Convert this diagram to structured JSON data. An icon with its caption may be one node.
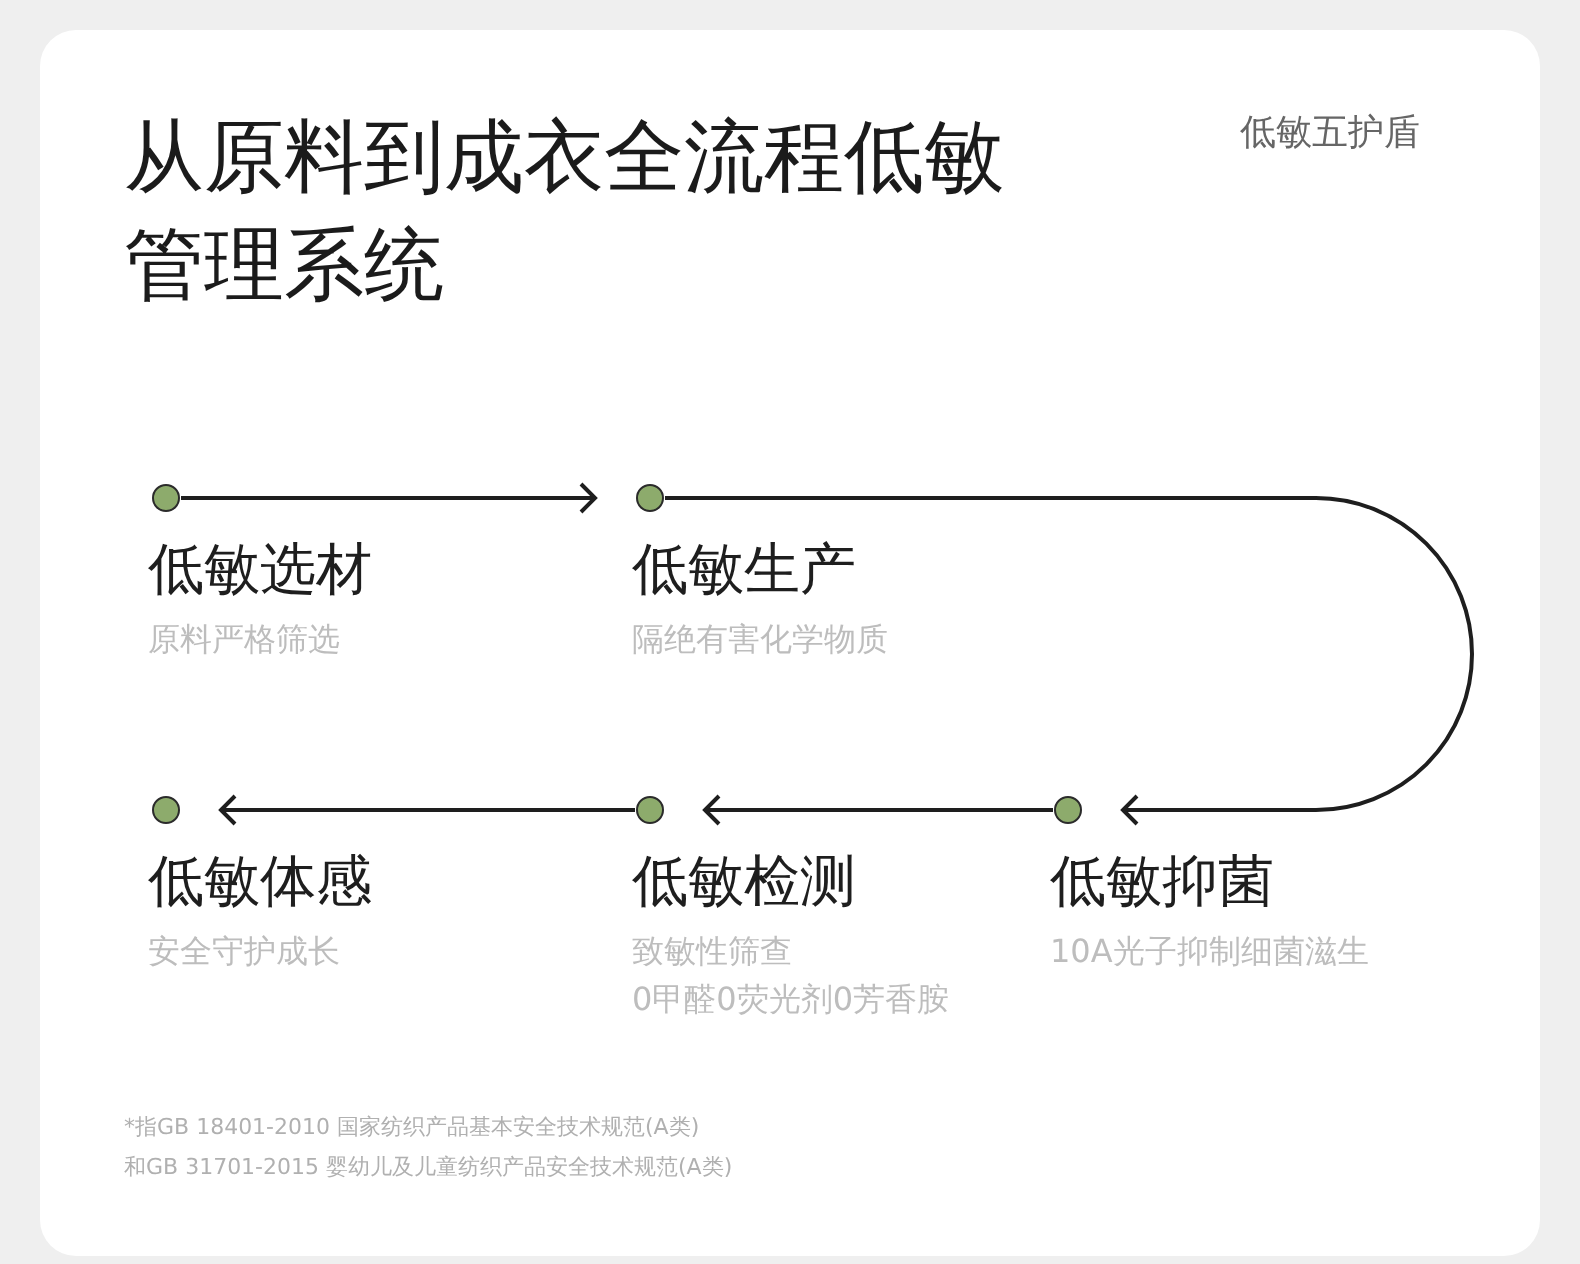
{
  "diagram": {
    "title": "从原料到成衣全流程低敏管理系统",
    "nodes": [
      {
        "text": [],
        "shape": "circle",
        "beside": [
          "低敏选材",
          "原料严格筛选"
        ]
      },
      {
        "text": [],
        "shape": "circle",
        "beside": [
          "低敏生产",
          "隔绝有害化学物质"
        ]
      },
      {
        "text": [],
        "shape": "circle",
        "beside": [
          "低敏体感",
          "安全守护成长"
        ]
      },
      {
        "text": [],
        "shape": "circle",
        "beside": [
          "低敏检测",
          "致敏性筛查",
          "0甲醛0荧光剂0芳香胺"
        ]
      },
      {
        "text": [],
        "shape": "circle",
        "beside": [
          "低敏抑菌",
          "10A光子抑制细菌滋生"
        ]
      }
    ],
    "edges": [
      {
        "from": 0,
        "to": 1,
        "arrow": "to"
      },
      {
        "from": 1,
        "to": 4,
        "arrow": "to"
      },
      {
        "from": 4,
        "to": 3,
        "arrow": "to"
      },
      {
        "from": 3,
        "to": 2,
        "arrow": "to"
      }
    ],
    "labels": [
      "低敏五护盾",
      "*指GB 18401-2010 国家纺织产品基本安全技术规范(A类)",
      "和GB 31701-2015 婴幼儿及儿童纺织产品安全技术规范(A类)"
    ]
  }
}
